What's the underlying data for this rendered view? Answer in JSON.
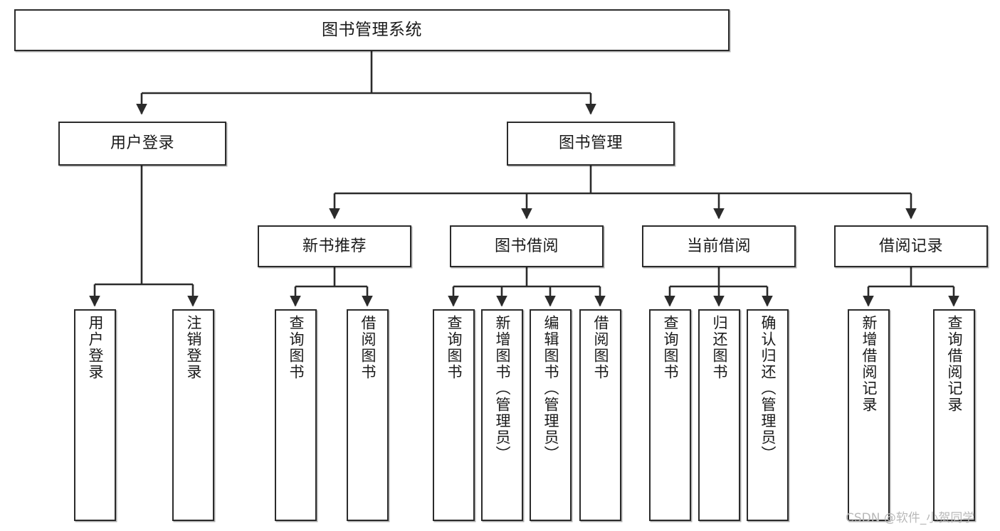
{
  "diagram": {
    "type": "tree",
    "title": "图书管理系统",
    "watermark": "CSDN @软件_小贺同学",
    "colors": {
      "box_border": "#2b2b2b",
      "box_fill": "#ffffff",
      "edge": "#2b2b2b",
      "text": "#1a1a1a",
      "watermark": "#b9b9b9"
    },
    "nodes": {
      "root": {
        "label": "图书管理系统"
      },
      "level2": [
        {
          "id": "user-login",
          "label": "用户登录"
        },
        {
          "id": "book-manage",
          "label": "图书管理"
        }
      ],
      "level3": [
        {
          "id": "new-book-recommend",
          "label": "新书推荐"
        },
        {
          "id": "book-borrow",
          "label": "图书借阅"
        },
        {
          "id": "current-borrow",
          "label": "当前借阅"
        },
        {
          "id": "borrow-record",
          "label": "借阅记录"
        }
      ],
      "leaves": {
        "user_login": [
          {
            "id": "leaf-user-login",
            "label": "用户登录"
          },
          {
            "id": "leaf-logout-login",
            "label": "注销登录"
          }
        ],
        "new_book_recommend": [
          {
            "id": "leaf-query-book-1",
            "label": "查询图书"
          },
          {
            "id": "leaf-borrow-book-1",
            "label": "借阅图书"
          }
        ],
        "book_borrow": [
          {
            "id": "leaf-query-book-2",
            "label": "查询图书"
          },
          {
            "id": "leaf-add-book",
            "label": "新增图书（管理员）"
          },
          {
            "id": "leaf-edit-book",
            "label": "编辑图书（管理员）"
          },
          {
            "id": "leaf-borrow-book-2",
            "label": "借阅图书"
          }
        ],
        "current_borrow": [
          {
            "id": "leaf-query-book-3",
            "label": "查询图书"
          },
          {
            "id": "leaf-return-book",
            "label": "归还图书"
          },
          {
            "id": "leaf-confirm-return",
            "label": "确认归还（管理员）"
          }
        ],
        "borrow_record": [
          {
            "id": "leaf-add-record",
            "label": "新增借阅记录"
          },
          {
            "id": "leaf-query-record",
            "label": "查询借阅记录"
          }
        ]
      }
    }
  }
}
